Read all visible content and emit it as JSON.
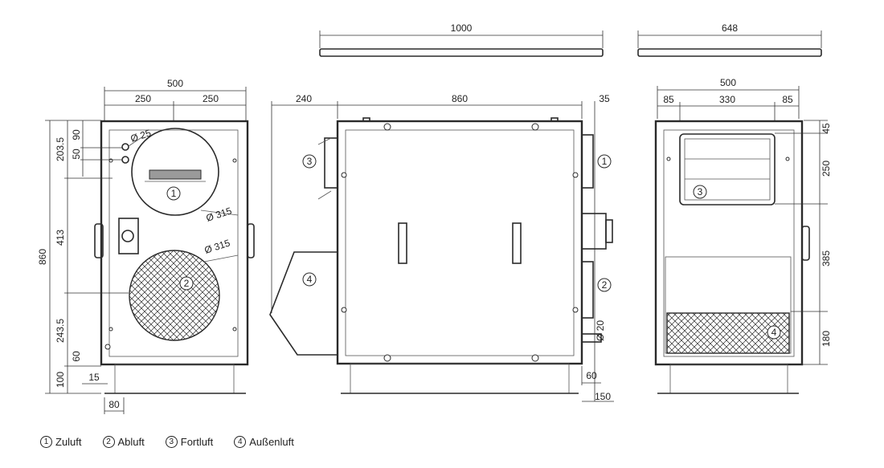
{
  "dimensions": {
    "top_bar_left_width": "1000",
    "top_bar_right_width": "648",
    "front_width": "500",
    "front_half_left": "250",
    "front_half_right": "250",
    "front_height": "860",
    "front_d_203": "203.5",
    "front_d_90": "90",
    "front_d_50": "50",
    "front_d_413": "413",
    "front_d_243": "243.5",
    "front_d_60": "60",
    "front_d_100": "100",
    "front_d_15": "15",
    "front_d_80": "80",
    "dia_25": "Ø 25",
    "dia_315a": "Ø 315",
    "dia_315b": "Ø 315",
    "side_left": "240",
    "side_width": "860",
    "side_right": "35",
    "side_d_60": "60",
    "side_d_150": "150",
    "dia_20": "Ø 20",
    "back_width": "500",
    "back_d_85a": "85",
    "back_d_330": "330",
    "back_d_85b": "85",
    "back_d_45": "45",
    "back_d_250": "250",
    "back_d_385": "385",
    "back_d_180": "180"
  },
  "markers": {
    "m1": "1",
    "m2": "2",
    "m3": "3",
    "m4": "4"
  },
  "legend": [
    {
      "num": "1",
      "label": "Zuluft"
    },
    {
      "num": "2",
      "label": "Abluft"
    },
    {
      "num": "3",
      "label": "Fortluft"
    },
    {
      "num": "4",
      "label": "Außenluft"
    }
  ]
}
